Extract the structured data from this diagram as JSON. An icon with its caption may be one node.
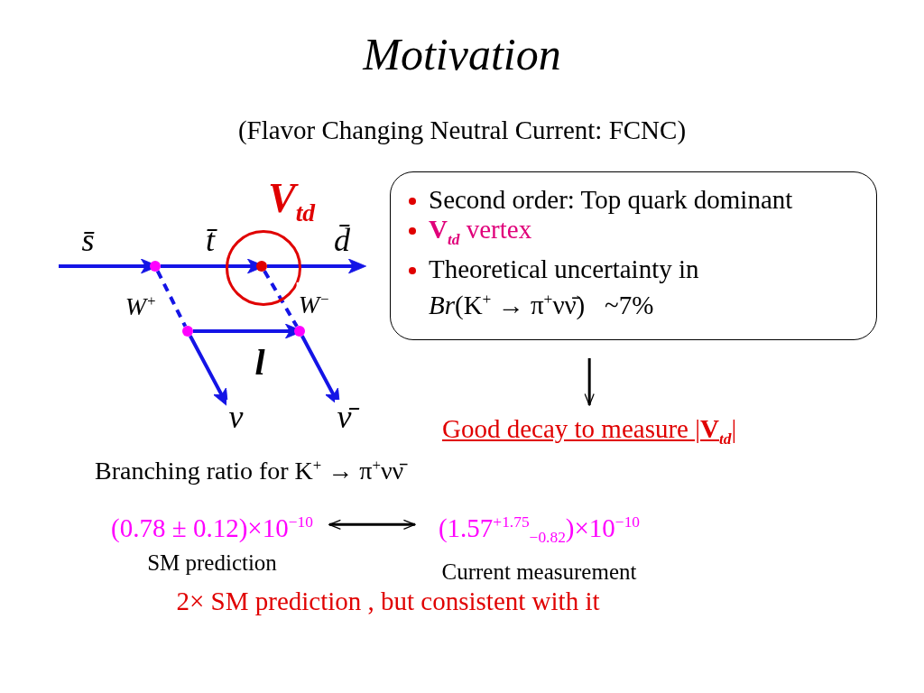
{
  "diagram": {
    "title": "Motivation",
    "nodes": [
      {
        "text": [],
        "shape": "circle"
      },
      {
        "text": [
          "**V**$_{td}$"
        ]
      },
      {
        "text": [],
        "shape": "circle",
        "in": 1
      },
      {
        "text": [],
        "shape": "circle"
      },
      {
        "text": [],
        "shape": "circle"
      },
      {
        "text": [
          "Second order: Top quark dominant",
          "**V**$_{td}$ vertex",
          "Theoretical uncertainty in *Br*(K$^{+}$ → π$^{+}$νν̄)   ~7%"
        ]
      },
      {
        "text": [
          "Good decay to measure |**V**$_{td}$|"
        ]
      },
      {
        "text": [
          "(0.78 ± 0.12)×10$^{−10}$"
        ],
        "beside": [
          "SM prediction"
        ]
      },
      {
        "text": [
          "(1.57$^{+1.75}$$_{−0.82}$)×10$^{−10}$"
        ],
        "beside": [
          "Current measurement"
        ]
      }
    ],
    "edges": [
      {
        "from": null,
        "to": 0,
        "arrow": "to",
        "label": "s̄"
      },
      {
        "from": 0,
        "to": 2,
        "arrow": "to",
        "label": "t̄"
      },
      {
        "from": 2,
        "to": null,
        "arrow": "to",
        "label": "d̄"
      },
      {
        "from": 0,
        "to": 3,
        "arrow": "none",
        "label": "W$^{+}$",
        "style": "dashed"
      },
      {
        "from": 2,
        "to": 4,
        "arrow": "none",
        "label": "W$^{−}$",
        "style": "dashed"
      },
      {
        "from": 3,
        "to": 4,
        "arrow": "to",
        "label": "l"
      },
      {
        "from": 3,
        "to": null,
        "arrow": "to",
        "label": "ν"
      },
      {
        "from": 4,
        "to": null,
        "arrow": "to",
        "label": "ν̄"
      },
      {
        "from": 5,
        "to": 6,
        "arrow": "to",
        "color": "#000000"
      },
      {
        "from": 7,
        "to": 8,
        "arrow": "both",
        "color": "#000000"
      }
    ],
    "labels": [
      "(Flavor Changing Neutral Current: FCNC)",
      "Branching ratio for K$^{+}$ → π$^{+}$νν̄",
      "2× SM prediction , but consistent with it"
    ]
  }
}
